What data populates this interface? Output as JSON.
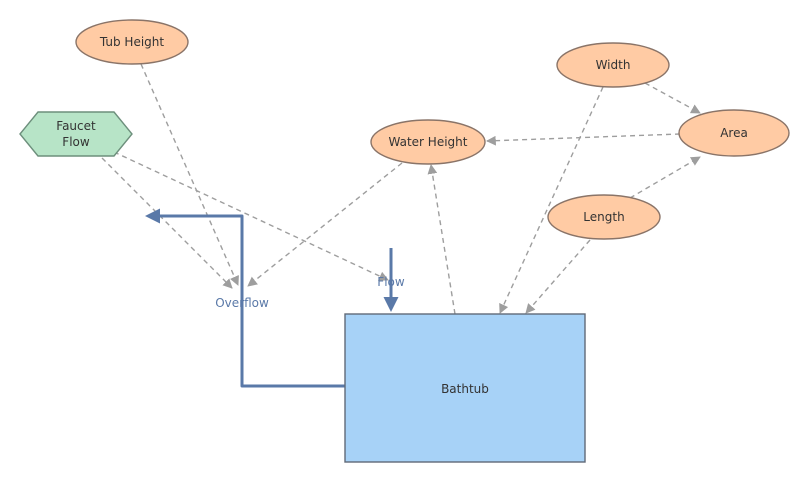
{
  "diagram": {
    "colors": {
      "variable_fill": "#ffcba4",
      "variable_stroke": "#8a7468",
      "converter_fill": "#b7e4c7",
      "converter_stroke": "#6d8f7c",
      "stock_fill": "#a7d2f7",
      "stock_stroke": "#606a78",
      "link": "#9e9e9e",
      "flow": "#5a79a8",
      "flow_label": "#5a79a8",
      "text": "#333333"
    },
    "nodes": {
      "tub_height": {
        "label": "Tub Height",
        "kind": "variable"
      },
      "faucet_flow": {
        "label_line1": "Faucet",
        "label_line2": "Flow",
        "kind": "converter"
      },
      "water_height": {
        "label": "Water Height",
        "kind": "variable"
      },
      "width": {
        "label": "Width",
        "kind": "variable"
      },
      "area": {
        "label": "Area",
        "kind": "variable"
      },
      "length": {
        "label": "Length",
        "kind": "variable"
      },
      "bathtub": {
        "label": "Bathtub",
        "kind": "stock"
      }
    },
    "flows": {
      "overflow": {
        "label": "Overflow"
      },
      "inflow": {
        "label": "Flow"
      }
    },
    "links": [
      {
        "from": "tub_height",
        "to": "overflow"
      },
      {
        "from": "faucet_flow",
        "to": "overflow"
      },
      {
        "from": "faucet_flow",
        "to": "inflow"
      },
      {
        "from": "water_height",
        "to": "overflow"
      },
      {
        "from": "bathtub",
        "to": "water_height"
      },
      {
        "from": "width",
        "to": "area"
      },
      {
        "from": "width",
        "to": "bathtub"
      },
      {
        "from": "length",
        "to": "area"
      },
      {
        "from": "length",
        "to": "bathtub"
      },
      {
        "from": "area",
        "to": "water_height"
      }
    ]
  }
}
